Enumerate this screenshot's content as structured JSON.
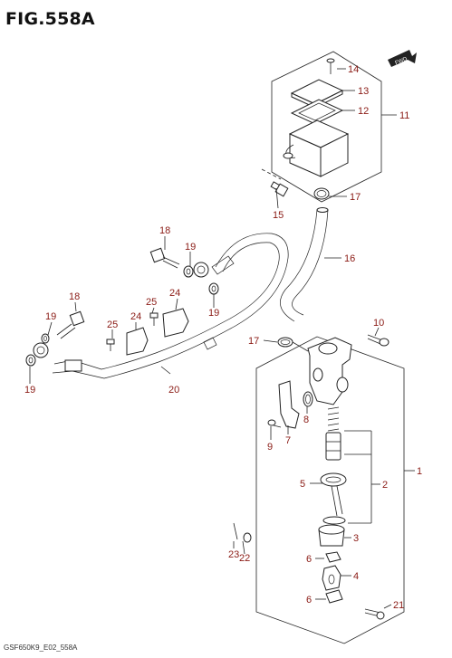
{
  "title": "FIG.558A",
  "figure_code": "GSF650K9_E02_558A",
  "direction_badge": "FWD",
  "colors": {
    "label": "#8a1a14",
    "line": "#222222"
  },
  "callouts": [
    "1",
    "2",
    "3",
    "4",
    "5",
    "6",
    "6",
    "7",
    "8",
    "9",
    "10",
    "11",
    "12",
    "13",
    "14",
    "15",
    "16",
    "17",
    "17",
    "18",
    "18",
    "19",
    "19",
    "19",
    "19",
    "20",
    "21",
    "22",
    "23",
    "24",
    "24",
    "25",
    "25"
  ]
}
